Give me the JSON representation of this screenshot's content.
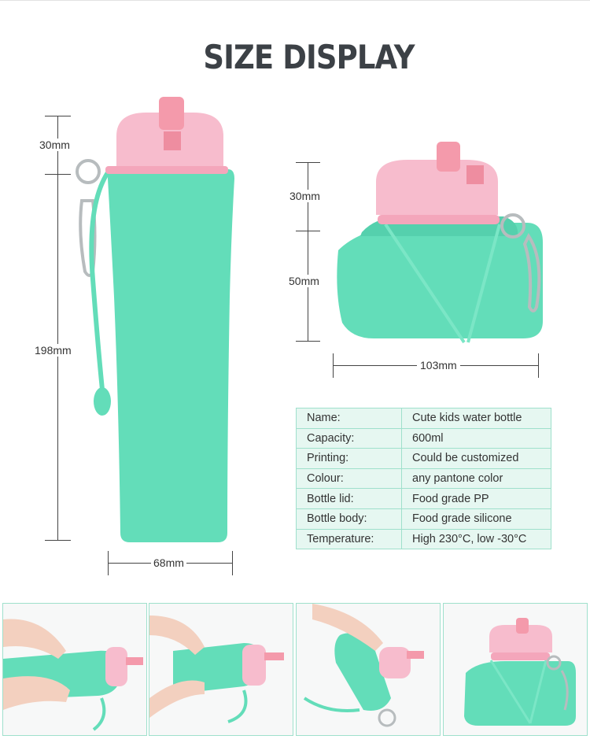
{
  "title": "SIZE DISPLAY",
  "dimensions": {
    "tall_cap": "30mm",
    "tall_height": "198mm",
    "tall_width": "68mm",
    "folded_cap": "30mm",
    "folded_body": "50mm",
    "folded_width": "103mm"
  },
  "specs": [
    {
      "key": "Name:",
      "value": "Cute kids water bottle"
    },
    {
      "key": "Capacity:",
      "value": "600ml"
    },
    {
      "key": "Printing:",
      "value": "Could be customized"
    },
    {
      "key": "Colour:",
      "value": "any pantone color"
    },
    {
      "key": "Bottle lid:",
      "value": "Food grade PP"
    },
    {
      "key": "Bottle body:",
      "value": "Food grade silicone"
    },
    {
      "key": "Temperature:",
      "value": "High 230°C, low -30°C"
    }
  ],
  "colors": {
    "body": "#63ddb9",
    "cap": "#f6b8c9",
    "border": "#9fe0cc",
    "title": "#3c4146"
  }
}
